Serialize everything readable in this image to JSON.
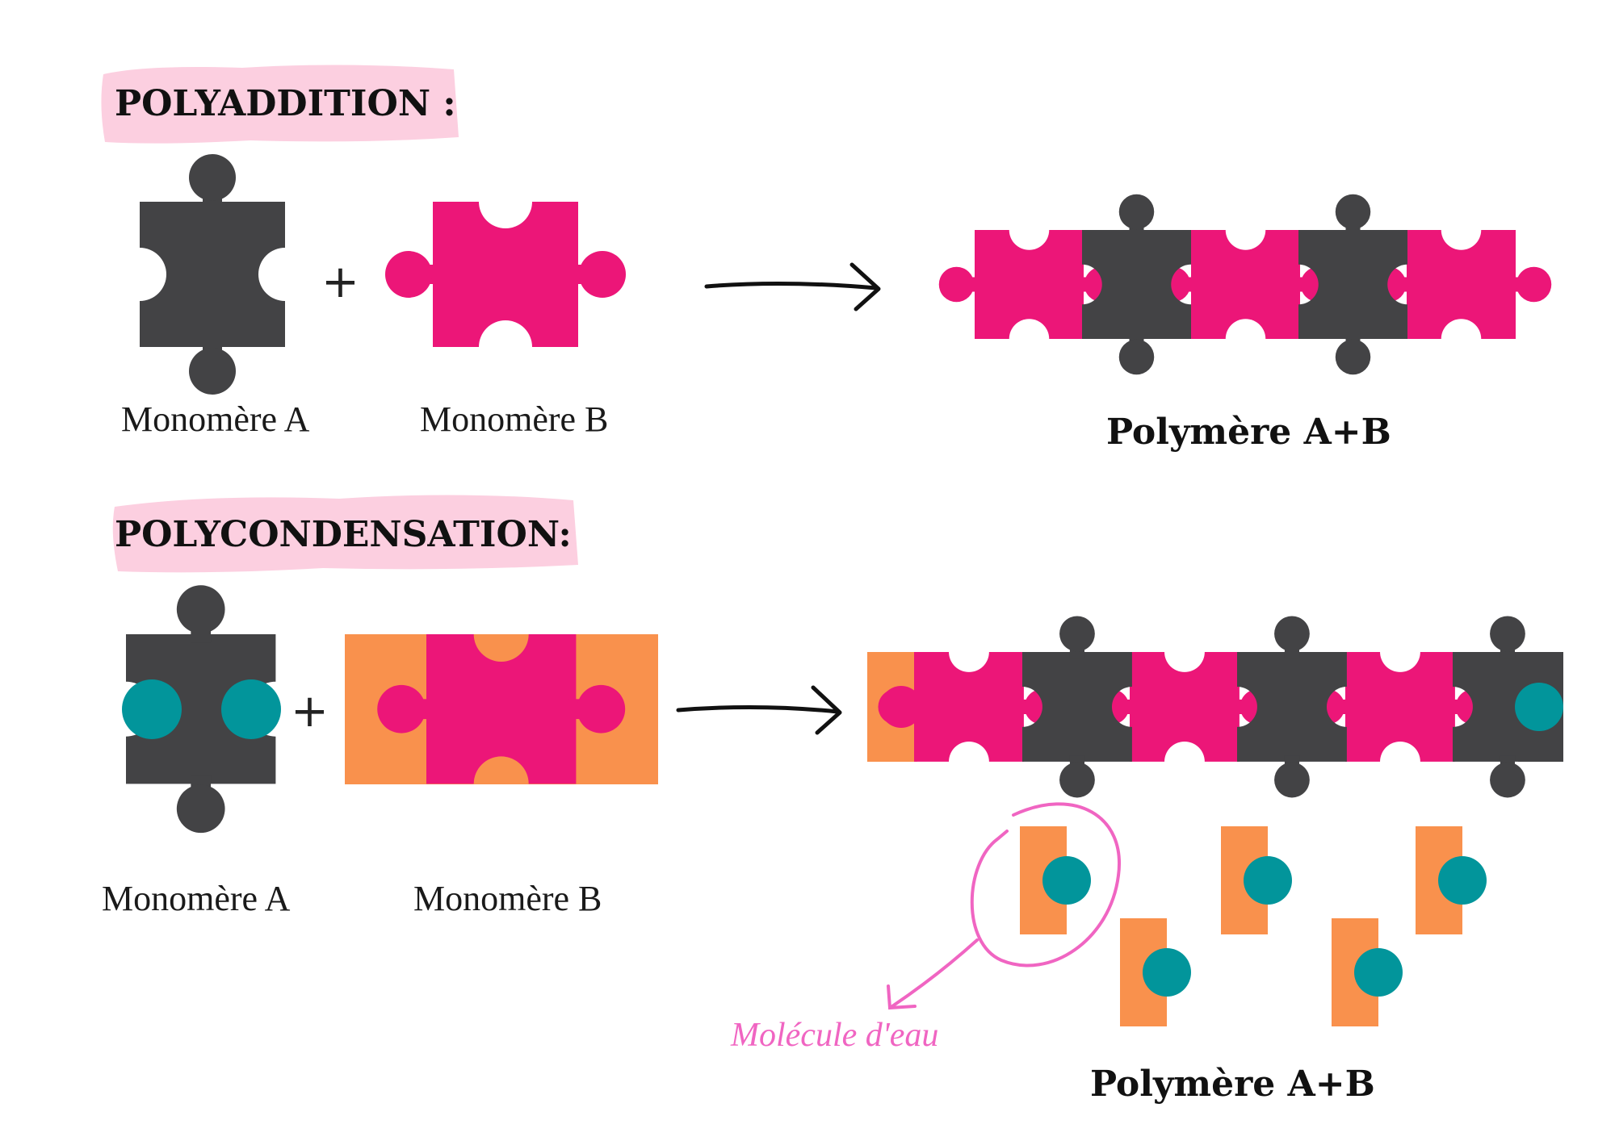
{
  "polyaddition": {
    "title": "POLYADDITION :",
    "monomer_a_label": "Monomère A",
    "monomer_b_label": "Monomère B",
    "operator": "+",
    "polymer_label": "Polymère A+B"
  },
  "polycondensation": {
    "title": "POLYCONDENSATION:",
    "monomer_a_label": "Monomère A",
    "monomer_b_label": "Monomère B",
    "operator": "+",
    "polymer_label": "Polymère A+B",
    "annotation": "Molécule d'eau"
  },
  "colors": {
    "monomer_a": "#434345",
    "monomer_b": "#ec1678",
    "end_group": "#f9914d",
    "end_group_circle": "#02959b",
    "highlight": "#fccfe0",
    "annotation": "#f065c2",
    "arrow": "#111111"
  },
  "icons": {
    "monomer_a": "dark-puzzle-piece-icon",
    "monomer_b": "pink-puzzle-piece-icon",
    "water": "water-molecule-icon",
    "reaction": "reaction-arrow-icon"
  }
}
